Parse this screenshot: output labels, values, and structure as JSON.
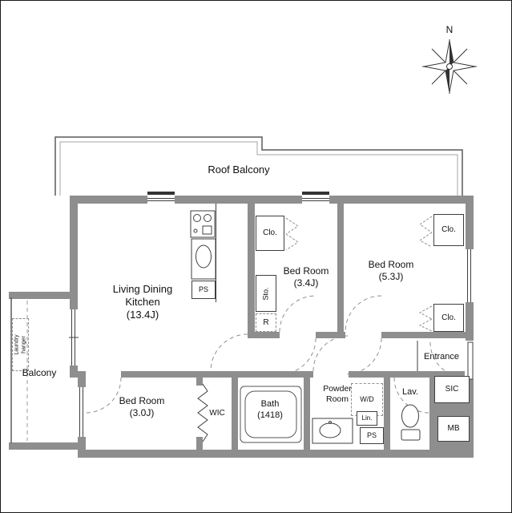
{
  "compass": {
    "north_label": "N"
  },
  "rooms": {
    "roof_balcony": {
      "label": "Roof Balcony"
    },
    "ldk": {
      "line1": "Living Dining",
      "line2": "Kitchen",
      "size": "(13.4J)"
    },
    "bedroom_a": {
      "name": "Bed Room",
      "size": "(3.4J)"
    },
    "bedroom_b": {
      "name": "Bed Room",
      "size": "(5.3J)"
    },
    "bedroom_c": {
      "name": "Bed Room",
      "size": "(3.0J)"
    },
    "balcony": {
      "label": "Balcony"
    },
    "bath": {
      "name": "Bath",
      "size": "(1418)"
    },
    "powder_room": {
      "line1": "Powder",
      "line2": "Room"
    },
    "lavatory": {
      "label": "Lav."
    },
    "entrance": {
      "label": "Entrance"
    },
    "wic": {
      "label": "WIC"
    },
    "sic": {
      "label": "SIC"
    },
    "meter_box": {
      "label": "MB"
    }
  },
  "fixtures": {
    "closet_a": "Clo.",
    "closet_b": "Clo.",
    "closet_c": "Clo.",
    "storage": "Sto.",
    "refrigerator": "R",
    "pipe_space_kitchen": "PS",
    "pipe_space_powder": "PS",
    "linen": "Lin.",
    "washer_dryer": "W/D",
    "laundry_line1": "Laundry",
    "laundry_line2": "hanger"
  },
  "colors": {
    "wall": "#8e8e8e",
    "line": "#3f3f3f",
    "dash": "#909090"
  }
}
